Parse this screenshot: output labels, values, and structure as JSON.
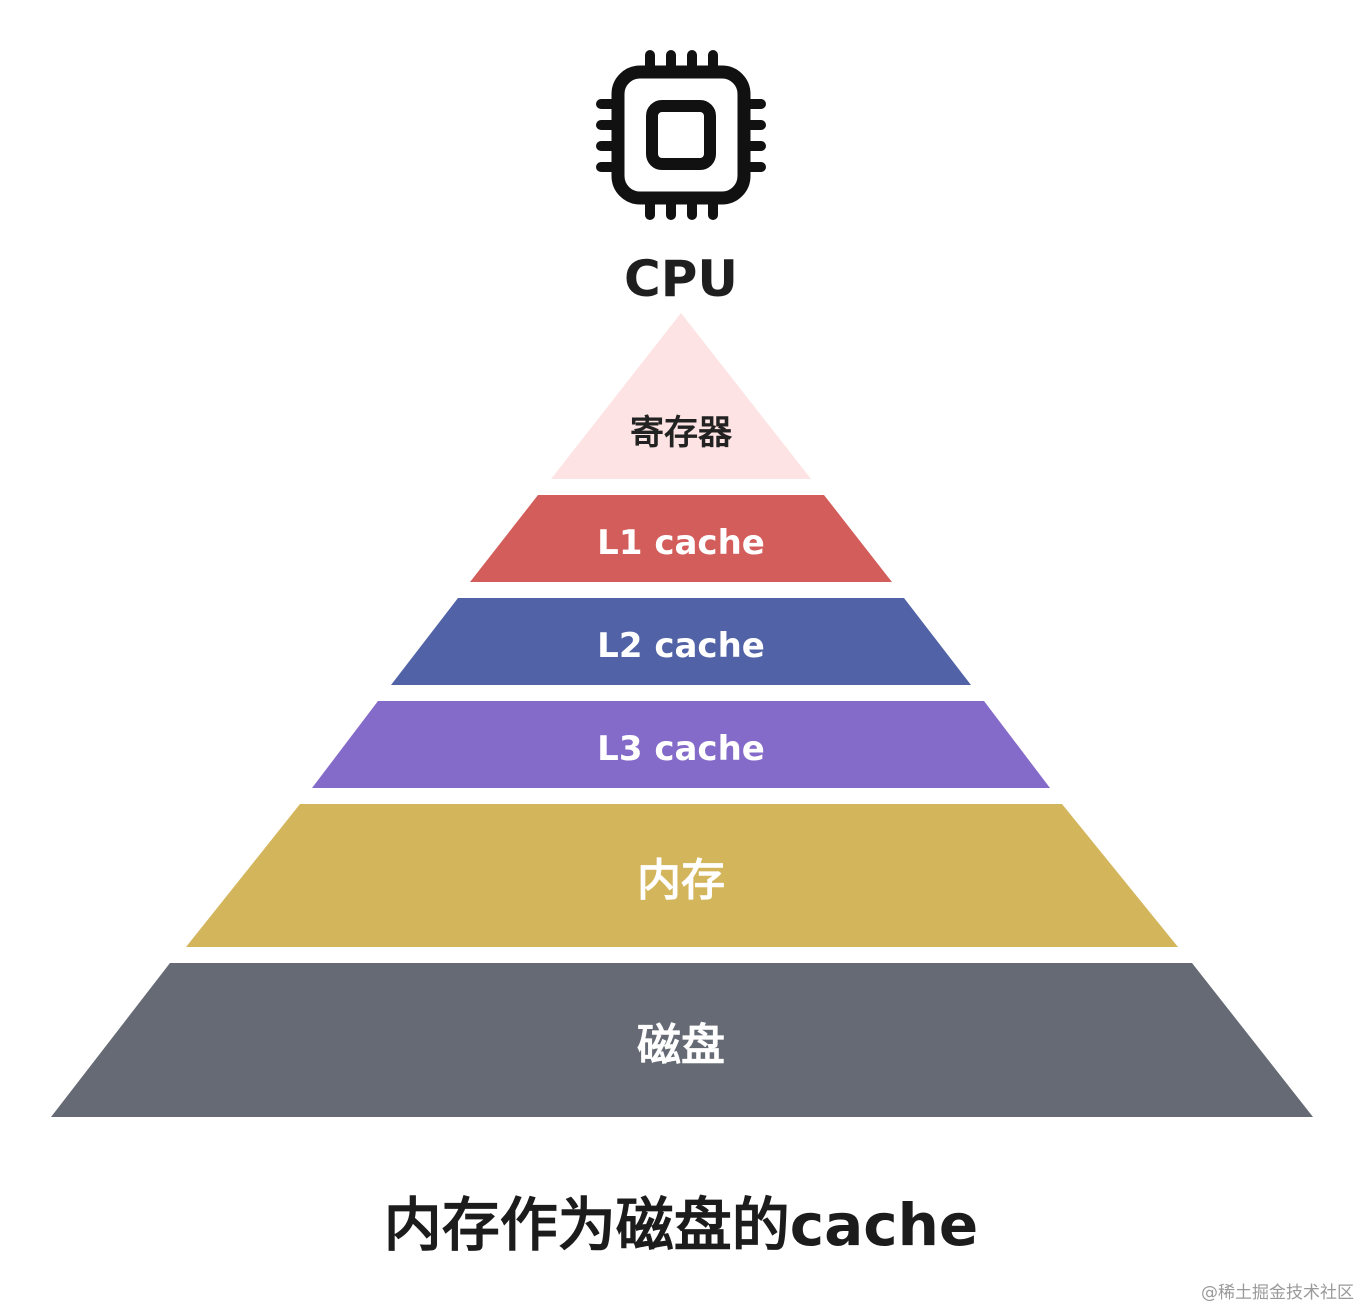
{
  "cpu": {
    "label": "CPU",
    "icon": "cpu-chip-icon"
  },
  "layers": [
    {
      "label": "寄存器",
      "color": "#fde3e3",
      "text_color": "#222222"
    },
    {
      "label": "L1 cache",
      "color": "#d35d5b",
      "text_color": "#ffffff"
    },
    {
      "label": "L2 cache",
      "color": "#5163a6",
      "text_color": "#ffffff"
    },
    {
      "label": "L3 cache",
      "color": "#856bc9",
      "text_color": "#ffffff"
    },
    {
      "label": "内存",
      "color": "#d3b55c",
      "text_color": "#ffffff"
    },
    {
      "label": "磁盘",
      "color": "#656a74",
      "text_color": "#ffffff"
    }
  ],
  "caption": "内存作为磁盘的cache",
  "watermark": "@稀土掘金技术社区"
}
